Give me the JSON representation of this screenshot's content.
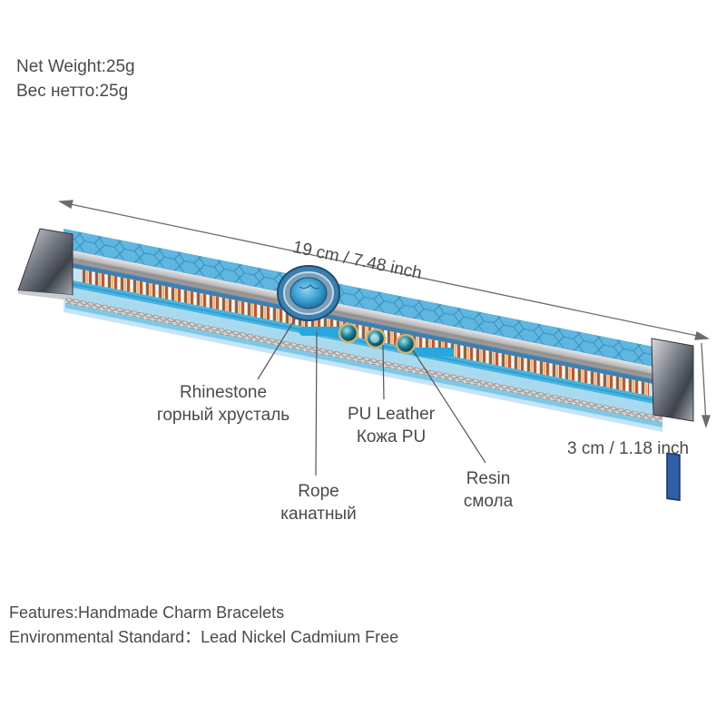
{
  "weight": {
    "en": "Net Weight:25g",
    "ru": "Вес нетто:25g"
  },
  "dimensions": {
    "length": "19 cm / 7.48 inch",
    "width": "3 cm / 1.18 inch"
  },
  "callouts": {
    "rhinestone": {
      "en": "Rhinestone",
      "ru": "горный хрусталь"
    },
    "pu_leather": {
      "en": "PU Leather",
      "ru": "Кожа PU"
    },
    "rope": {
      "en": "Rope",
      "ru": "канатный"
    },
    "resin": {
      "en": "Resin",
      "ru": "смола"
    }
  },
  "features": {
    "line1": "Features:Handmade Charm Bracelets",
    "line2": "Environmental Standard：Lead Nickel Cadmium Free"
  },
  "colors": {
    "text": "#4a4a4a",
    "leather_blue": "#5fb6e0",
    "turquoise": "#3a9fd0",
    "metal": "#8a8f98"
  }
}
